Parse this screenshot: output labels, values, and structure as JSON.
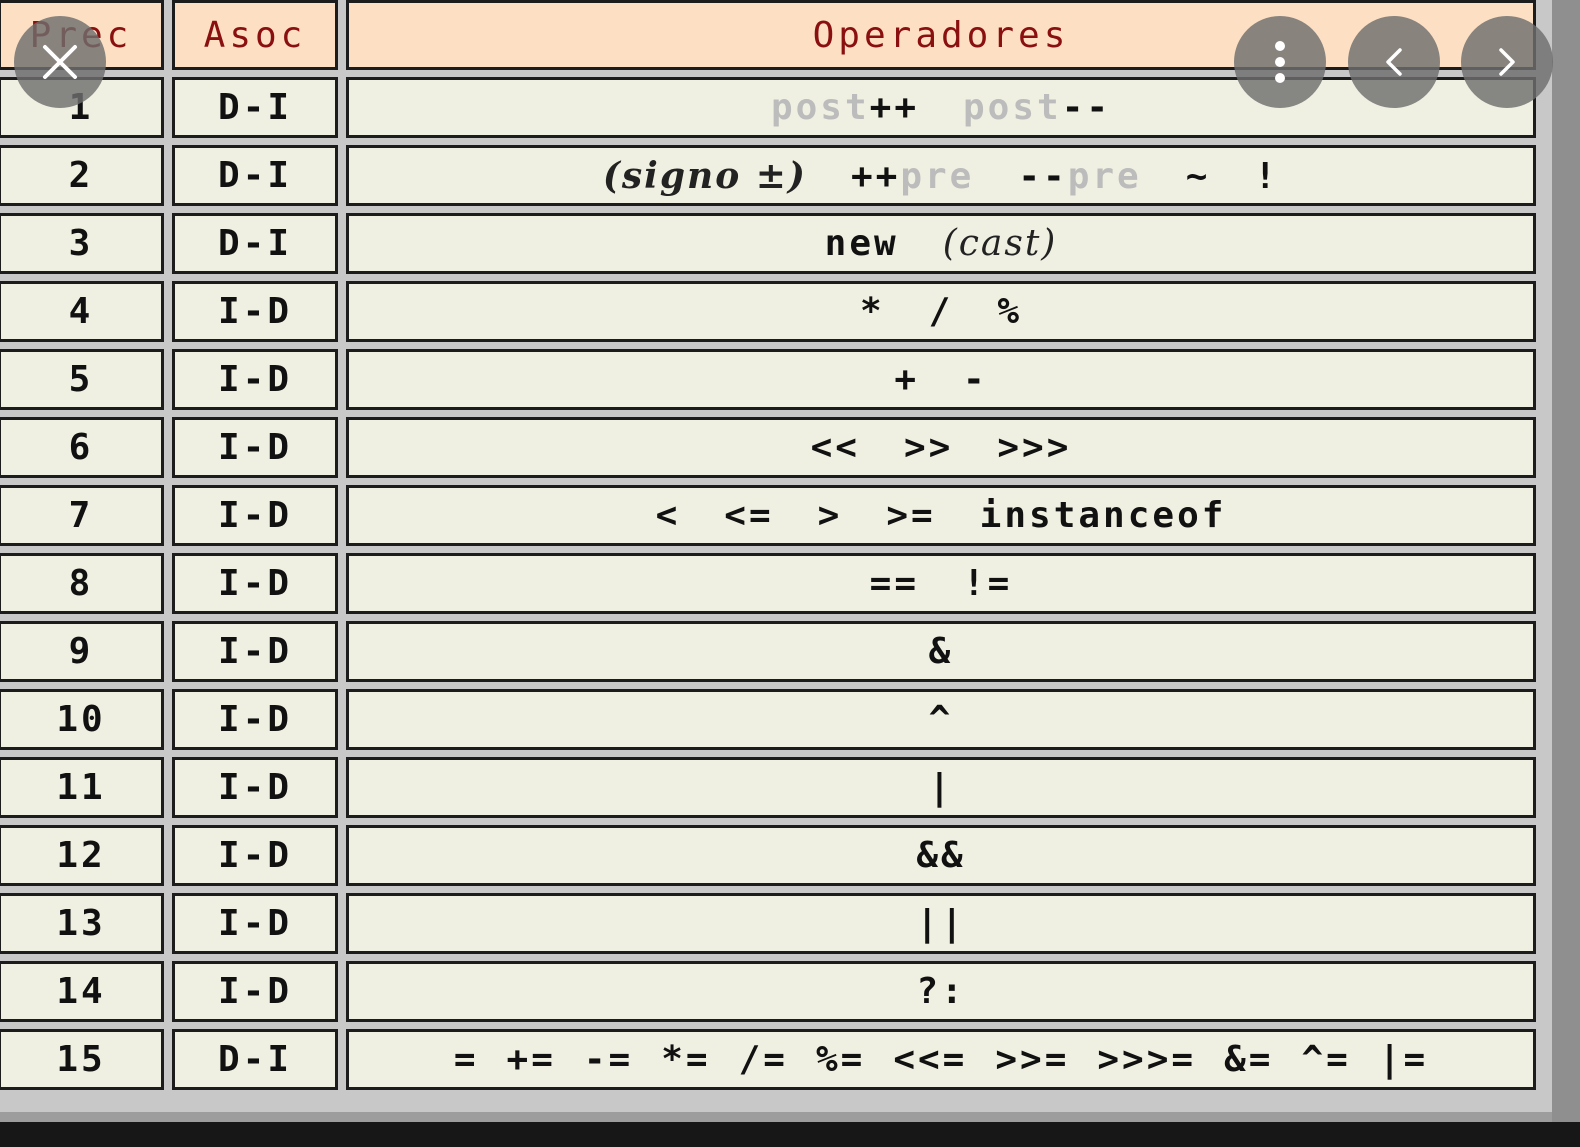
{
  "table": {
    "headers": {
      "prec": "Prec",
      "asoc": "Asoc",
      "operadores": "Operadores"
    },
    "rows": [
      {
        "prec": "1",
        "asoc": "D-I",
        "ops": [
          [
            "post",
            "pale"
          ],
          [
            "++",
            ""
          ],
          [
            "post",
            "pale"
          ],
          [
            "--",
            ""
          ]
        ],
        "style": "joined"
      },
      {
        "prec": "2",
        "asoc": "D-I",
        "ops": [
          [
            "(signo ±)",
            "ital"
          ],
          [
            "++",
            ""
          ],
          [
            "pre",
            "pale"
          ],
          [
            "--",
            ""
          ],
          [
            "pre",
            "pale"
          ],
          [
            "~",
            ""
          ],
          [
            "!",
            ""
          ]
        ],
        "style": "mixed"
      },
      {
        "prec": "3",
        "asoc": "D-I",
        "ops": [
          [
            "new",
            ""
          ],
          [
            "(cast)",
            "ital"
          ]
        ],
        "style": "spaced"
      },
      {
        "prec": "4",
        "asoc": "I-D",
        "ops": [
          [
            "*",
            ""
          ],
          [
            "/",
            ""
          ],
          [
            "%",
            ""
          ]
        ],
        "style": "spaced"
      },
      {
        "prec": "5",
        "asoc": "I-D",
        "ops": [
          [
            "+",
            ""
          ],
          [
            "-",
            ""
          ]
        ],
        "style": "spaced"
      },
      {
        "prec": "6",
        "asoc": "I-D",
        "ops": [
          [
            "<<",
            ""
          ],
          [
            ">>",
            ""
          ],
          [
            ">>>",
            ""
          ]
        ],
        "style": "spaced"
      },
      {
        "prec": "7",
        "asoc": "I-D",
        "ops": [
          [
            "<",
            ""
          ],
          [
            "<=",
            ""
          ],
          [
            ">",
            ""
          ],
          [
            ">=",
            ""
          ],
          [
            "instanceof",
            ""
          ]
        ],
        "style": "spaced"
      },
      {
        "prec": "8",
        "asoc": "I-D",
        "ops": [
          [
            "==",
            ""
          ],
          [
            "!=",
            ""
          ]
        ],
        "style": "spaced"
      },
      {
        "prec": "9",
        "asoc": "I-D",
        "ops": [
          [
            "&",
            ""
          ]
        ],
        "style": "spaced"
      },
      {
        "prec": "10",
        "asoc": "I-D",
        "ops": [
          [
            "^",
            ""
          ]
        ],
        "style": "spaced"
      },
      {
        "prec": "11",
        "asoc": "I-D",
        "ops": [
          [
            "|",
            ""
          ]
        ],
        "style": "spaced"
      },
      {
        "prec": "12",
        "asoc": "I-D",
        "ops": [
          [
            "&&",
            ""
          ]
        ],
        "style": "spaced"
      },
      {
        "prec": "13",
        "asoc": "I-D",
        "ops": [
          [
            "||",
            ""
          ]
        ],
        "style": "spaced"
      },
      {
        "prec": "14",
        "asoc": "I-D",
        "ops": [
          [
            "?:",
            ""
          ]
        ],
        "style": "spaced"
      },
      {
        "prec": "15",
        "asoc": "D-I",
        "ops": [
          [
            "=",
            ""
          ],
          [
            "+=",
            ""
          ],
          [
            "-=",
            ""
          ],
          [
            "*=",
            ""
          ],
          [
            "/=",
            ""
          ],
          [
            "%=",
            ""
          ],
          [
            "<<=",
            ""
          ],
          [
            ">>=",
            ""
          ],
          [
            ">>>=",
            ""
          ],
          [
            "&=",
            ""
          ],
          [
            "^=",
            ""
          ],
          [
            "|=",
            ""
          ]
        ],
        "style": "tight"
      }
    ]
  },
  "controls": {
    "close_icon": "close-icon",
    "more_icon": "more-vertical-icon",
    "prev_icon": "chevron-left-icon",
    "next_icon": "chevron-right-icon"
  },
  "colors": {
    "header_bg": "#fde0c4",
    "header_text": "#8a1010",
    "cell_bg": "#f0f0e2",
    "pale_text": "#bcbcbc"
  }
}
